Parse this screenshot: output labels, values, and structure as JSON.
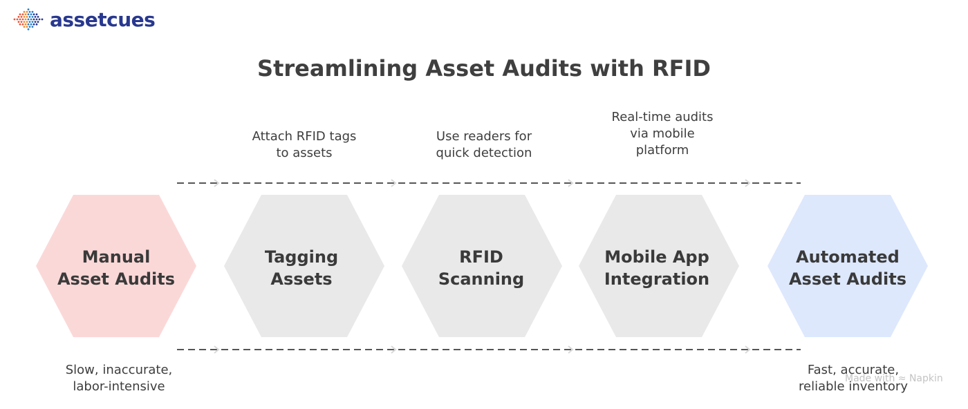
{
  "brand": {
    "name": "assetcues",
    "color": "#28388f",
    "dot_colors": [
      "#e8563a",
      "#f08a2c",
      "#2a7fc8",
      "#28388f"
    ]
  },
  "title": "Streamlining Asset Audits with RFID",
  "stages": [
    {
      "label_line1": "Manual",
      "label_line2": "Asset Audits",
      "fill": "#fbd8d8"
    },
    {
      "label_line1": "Tagging",
      "label_line2": "Assets",
      "fill": "#e9e9e9"
    },
    {
      "label_line1": "RFID",
      "label_line2": "Scanning",
      "fill": "#e9e9e9"
    },
    {
      "label_line1": "Mobile App",
      "label_line2": "Integration",
      "fill": "#e9e9e9"
    },
    {
      "label_line1": "Automated",
      "label_line2": "Asset Audits",
      "fill": "#dde8fd"
    }
  ],
  "top_notes": [
    {
      "lines": [
        "Attach RFID tags",
        "to assets"
      ]
    },
    {
      "lines": [
        "Use readers for",
        "quick detection"
      ]
    },
    {
      "lines": [
        "Real-time audits",
        "via mobile",
        "platform"
      ]
    }
  ],
  "bottom_notes": [
    {
      "lines": [
        "Slow, inaccurate,",
        "labor-intensive"
      ]
    },
    {
      "lines": [
        "Fast, accurate,",
        "reliable inventory"
      ]
    }
  ],
  "watermark": "Made with ≈ Napkin",
  "line_color": "#555555"
}
